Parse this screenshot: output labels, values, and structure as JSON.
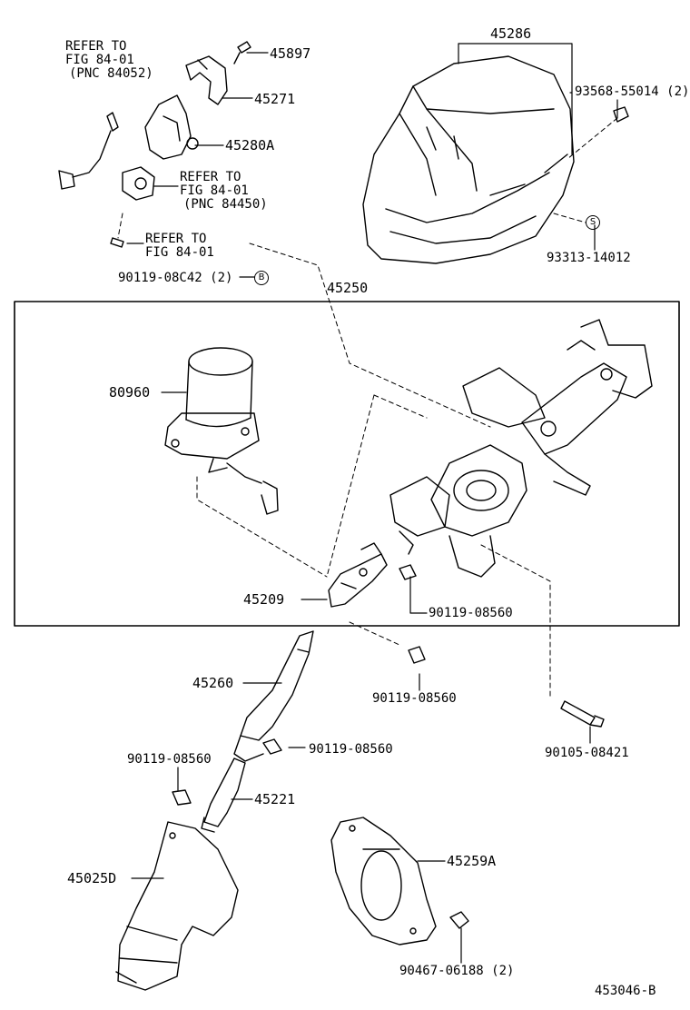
{
  "part_labels": {
    "p45286": "45286",
    "p45897": "45897",
    "p45271": "45271",
    "p45280a": "45280A",
    "p93568": "93568-55014 (2)",
    "p93313": "93313-14012",
    "p90119_08c42": "90119-08C42 (2)",
    "p45250": "45250",
    "p80960": "80960",
    "p45209": "45209",
    "p90119_08560_a": "90119-08560",
    "p90119_08560_b": "90119-08560",
    "p45260": "45260",
    "p90119_08560_c": "90119-08560",
    "p90119_08560_d": "90119-08560",
    "p90105": "90105-08421",
    "p45221": "45221",
    "p45025d": "45025D",
    "p45259a": "45259A",
    "p90467": "90467-06188 (2)"
  },
  "reference_notes": {
    "ref1_l1": "REFER TO",
    "ref1_l2": "FIG 84-01",
    "ref1_l3": "(PNC 84052)",
    "ref2_l1": "REFER TO",
    "ref2_l2": "FIG 84-01",
    "ref2_l3": "(PNC 84450)",
    "ref3_l1": "REFER TO",
    "ref3_l2": "FIG 84-01"
  },
  "markers": {
    "s_marker": "S",
    "b_marker": "B"
  },
  "figure_code": "453046-B"
}
